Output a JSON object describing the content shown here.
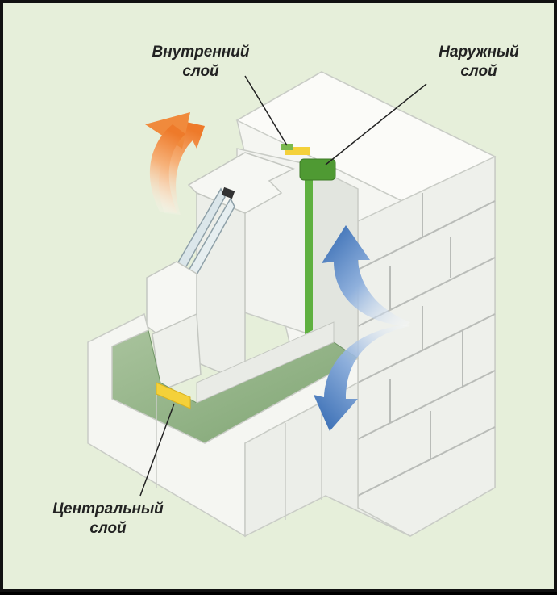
{
  "labels": {
    "inner_line1": "Внутренний",
    "inner_line2": "слой",
    "outer_line1": "Наружный",
    "outer_line2": "слой",
    "central_line1": "Центральный",
    "central_line2": "слой"
  },
  "colors": {
    "background": "#e6efda",
    "frame": "#111111",
    "wall_face": "#f5f6f2",
    "wall_shadow": "#dfe2dc",
    "brick_line": "#b9bcb8",
    "sill_green": "#8fb083",
    "seal_green": "#5fb040",
    "seal_yellow": "#f4d13a",
    "arrow_warm": "#f08a3c",
    "arrow_cool": "#2f66b0"
  },
  "icons": {
    "warm_air": "warm-air-arrow-icon",
    "cool_air_top": "cool-air-arrow-up-icon",
    "cool_air_bottom": "cool-air-arrow-down-icon"
  }
}
